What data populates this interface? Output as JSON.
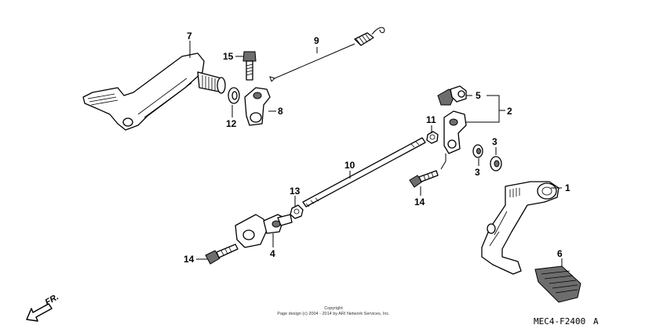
{
  "callouts": [
    {
      "id": "1",
      "part": "brake-pedal"
    },
    {
      "id": "2",
      "part": "brake-arm-set"
    },
    {
      "id": "3",
      "part": "washer"
    },
    {
      "id": "3",
      "part": "washer"
    },
    {
      "id": "4",
      "part": "shift-joint"
    },
    {
      "id": "5",
      "part": "ball-joint"
    },
    {
      "id": "6",
      "part": "pedal-rubber"
    },
    {
      "id": "7",
      "part": "gearshift-pedal"
    },
    {
      "id": "8",
      "part": "shift-arm"
    },
    {
      "id": "9",
      "part": "return-spring"
    },
    {
      "id": "10",
      "part": "tie-rod"
    },
    {
      "id": "11",
      "part": "nut"
    },
    {
      "id": "12",
      "part": "washer"
    },
    {
      "id": "13",
      "part": "nut"
    },
    {
      "id": "14",
      "part": "bolt"
    },
    {
      "id": "14",
      "part": "bolt"
    },
    {
      "id": "15",
      "part": "bolt"
    }
  ],
  "direction_label": "FR.",
  "copyright": {
    "line1": "Copyright",
    "line2": "Page design (c) 2004 - 2014 by ARI Network Services, Inc."
  },
  "diagram_code": "MEC4-F2400",
  "diagram_code_suffix": "A"
}
